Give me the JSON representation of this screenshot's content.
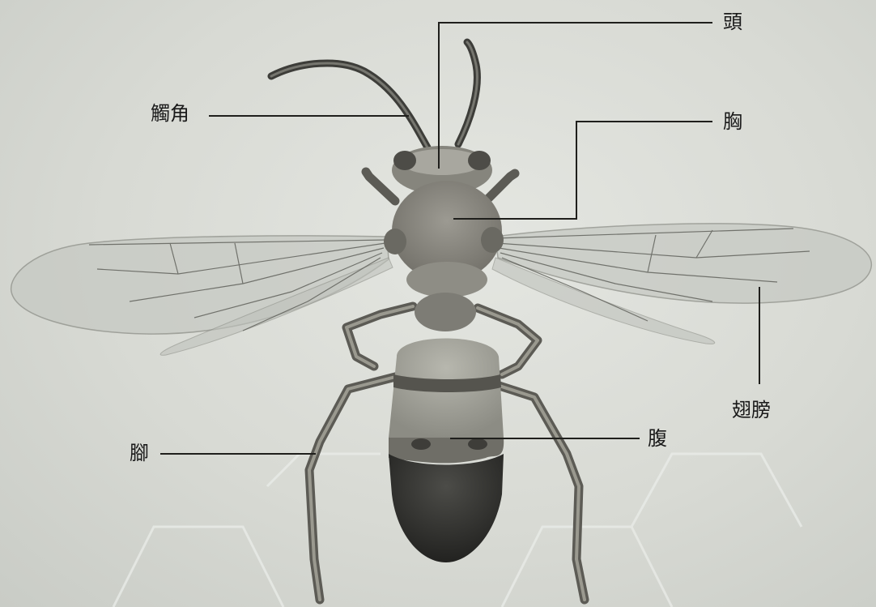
{
  "labels": {
    "head": "頭",
    "antenna": "觸角",
    "thorax": "胸",
    "wing": "翅膀",
    "leg": "腳",
    "abdomen": "腹"
  }
}
